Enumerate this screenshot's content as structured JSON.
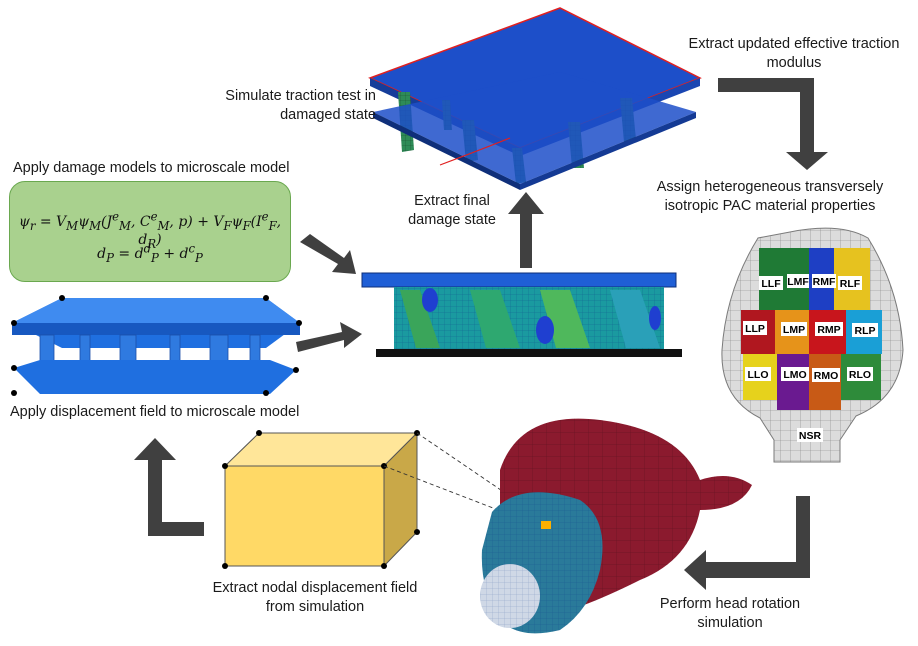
{
  "labels": {
    "simulate_traction": "Simulate traction test in damaged state",
    "extract_updated": "Extract updated effective traction modulus",
    "apply_damage": "Apply damage models to microscale model",
    "assign_heterogeneous": "Assign heterogeneous transversely isotropic PAC material properties",
    "extract_final": "Extract final damage state",
    "apply_displacement": "Apply displacement field to microscale model",
    "extract_nodal": "Extract nodal displacement field from simulation",
    "perform_head": "Perform head rotation simulation"
  },
  "equations": {
    "psi_line": "ψr = VMψM(JMe, CMe, p) + VFψF(IFe, dR)",
    "d_line": "dP = dPd + dPc"
  },
  "regions": [
    "LLF",
    "LMF",
    "RMF",
    "RLF",
    "LLP",
    "LMP",
    "RMP",
    "RLP",
    "LLO",
    "LMO",
    "RMO",
    "RLO",
    "NSR"
  ],
  "colors": {
    "eq_box_fill": "#a9d18e",
    "arrow": "#404040",
    "plate_blue": "#1f5fd6",
    "cube_face": "#ffd966",
    "brain_red": "#8b1a2e"
  }
}
